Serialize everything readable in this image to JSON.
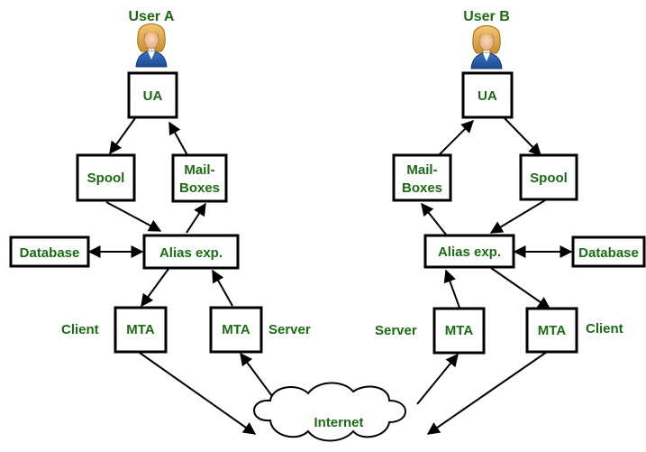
{
  "user_a": {
    "label": "User A"
  },
  "user_b": {
    "label": "User B"
  },
  "left": {
    "ua": "UA",
    "spool": "Spool",
    "mailboxes_line1": "Mail-",
    "mailboxes_line2": "Boxes",
    "database": "Database",
    "alias": "Alias exp.",
    "mta_client": "MTA",
    "mta_server": "MTA",
    "client_label": "Client",
    "server_label": "Server"
  },
  "right": {
    "ua": "UA",
    "spool": "Spool",
    "mailboxes_line1": "Mail-",
    "mailboxes_line2": "Boxes",
    "database": "Database",
    "alias": "Alias exp.",
    "mta_client": "MTA",
    "mta_server": "MTA",
    "client_label": "Client",
    "server_label": "Server"
  },
  "internet": {
    "label": "Internet"
  },
  "colors": {
    "label_green": "#1a6b14",
    "stroke": "#000000",
    "background": "#ffffff"
  },
  "icons": {
    "user": "person-icon"
  }
}
